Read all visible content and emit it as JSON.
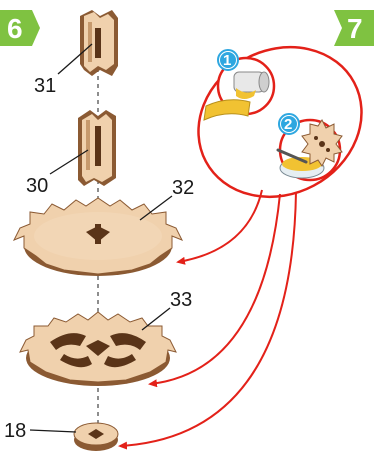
{
  "steps": {
    "current": "6",
    "next": "7"
  },
  "parts": {
    "p31": "31",
    "p30": "30",
    "p32": "32",
    "p33": "33",
    "p18": "18"
  },
  "callouts": {
    "one": "1",
    "two": "2"
  },
  "colors": {
    "step_badge": "#7fc241",
    "wood_face": "#f0d1ad",
    "wood_edge": "#8b5a33",
    "wood_dark": "#5a3418",
    "arrow_red": "#e32119",
    "callout_blue": "#2ea7e0",
    "glue_yellow": "#f1c232"
  }
}
